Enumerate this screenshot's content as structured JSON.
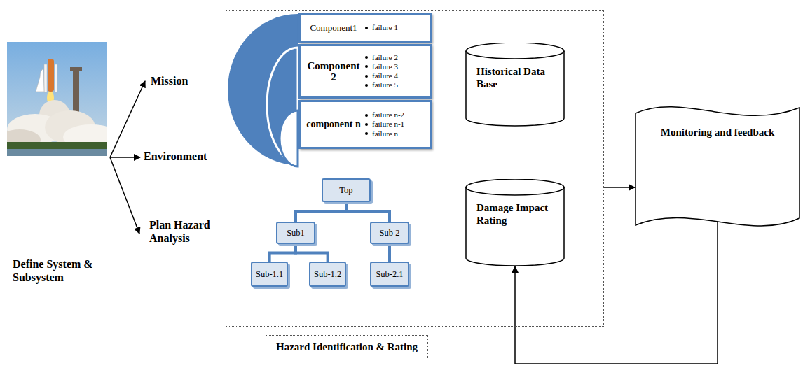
{
  "diagram": {
    "nodes": [
      {
        "text": [
          "Hazard Identification & Rating"
        ]
      },
      {
        "text": [
          "Component1",
          "failure 1"
        ],
        "in": 0
      },
      {
        "text": [
          "Component 2",
          "failure 2",
          "failure 3",
          "failure 4",
          "failure 5"
        ],
        "in": 0
      },
      {
        "text": [
          "component n",
          "failure n-2",
          "failure n-1",
          "failure n"
        ],
        "in": 0
      },
      {
        "text": [
          "Historical Data Base"
        ],
        "in": 0
      },
      {
        "text": [
          "Top"
        ],
        "in": 0
      },
      {
        "text": [
          "Sub1"
        ],
        "in": 0
      },
      {
        "text": [
          "Sub 2"
        ],
        "in": 0
      },
      {
        "text": [
          "Sub-1.1"
        ],
        "in": 0
      },
      {
        "text": [
          "Sub-1.2"
        ],
        "in": 0
      },
      {
        "text": [
          "Sub-2.1"
        ],
        "in": 0
      },
      {
        "text": [
          "Damage Impact Rating"
        ],
        "in": 0
      },
      {
        "text": [
          "Monitoring and feedback"
        ]
      }
    ],
    "edges": [
      {
        "from": 5,
        "to": 6,
        "arrow": "none"
      },
      {
        "from": 5,
        "to": 7,
        "arrow": "none"
      },
      {
        "from": 6,
        "to": 8,
        "arrow": "none"
      },
      {
        "from": 6,
        "to": 9,
        "arrow": "none"
      },
      {
        "from": 7,
        "to": 10,
        "arrow": "none"
      },
      {
        "from": 0,
        "to": 12,
        "arrow": "to"
      },
      {
        "from": 12,
        "to": 11,
        "arrow": "to"
      }
    ],
    "labels": [
      "Mission",
      "Environment",
      "Plan Hazard Analysis",
      "Define System & Subsystem"
    ]
  }
}
